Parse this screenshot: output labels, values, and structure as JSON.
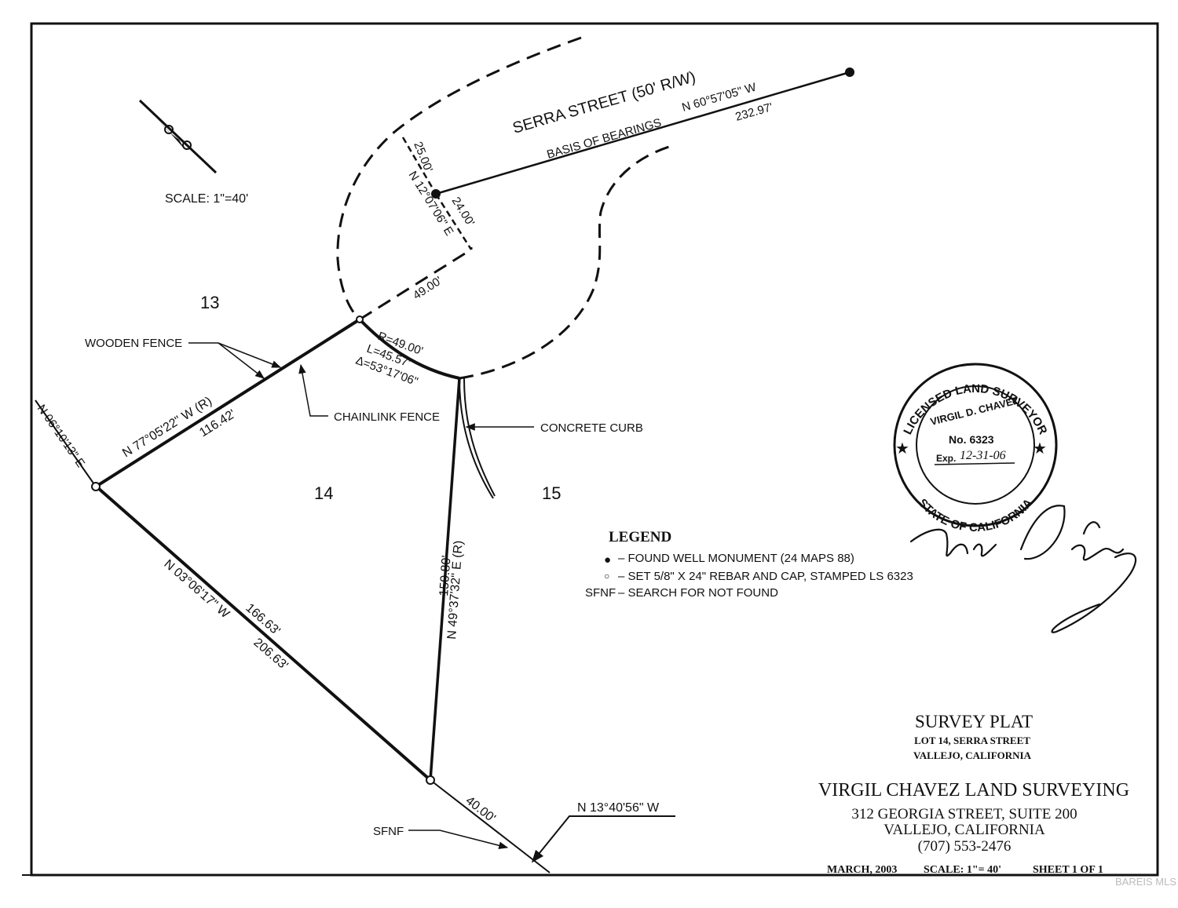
{
  "scale_label": "SCALE: 1\"=40'",
  "street": {
    "name": "SERRA STREET (50' R/W)",
    "basis_label": "BASIS OF BEARINGS",
    "basis_bearing": "N 60°57'05\" W",
    "basis_distance": "232.97'"
  },
  "lots": {
    "lot13": "13",
    "lot14": "14",
    "lot15": "15"
  },
  "courses": {
    "tie_25": "25.00'",
    "tie_bearing": "N 12°07'06\" E",
    "tie_24": "24.00'",
    "tie_49": "49.00'",
    "curve_r": "R=49.00'",
    "curve_l": "L=45.57'",
    "curve_delta": "Δ=53°17'06\"",
    "west_bearing": "N 06°10'13\" E",
    "north_bearing": "N 77°05'22\" W (R)",
    "north_distance": "116.42'",
    "sw_bearing": "N 03°06'17\" W",
    "sw_distance_1": "166.63'",
    "sw_distance_2": "206.63'",
    "east_distance": "150.80'",
    "east_bearing": "N 49°37'32\" E (R)",
    "south_distance": "40.00'",
    "south_bearing": "N 13°40'56\" W"
  },
  "callouts": {
    "wooden_fence": "WOODEN FENCE",
    "chainlink_fence": "CHAINLINK FENCE",
    "concrete_curb": "CONCRETE CURB",
    "sfnf": "SFNF"
  },
  "legend": {
    "title": "LEGEND",
    "items": [
      {
        "symbol": "●",
        "text": "– FOUND WELL MONUMENT (24 MAPS 88)"
      },
      {
        "symbol": "○",
        "text": "– SET 5/8\" X 24\" REBAR AND CAP, STAMPED LS 6323"
      },
      {
        "symbol": "SFNF",
        "text": "– SEARCH FOR NOT FOUND"
      }
    ]
  },
  "seal": {
    "top_text": "LICENSED LAND SURVEYOR",
    "name": "VIRGIL D. CHAVEZ",
    "number": "No. 6323",
    "exp_label": "Exp.",
    "exp_value": "12-31-06",
    "bottom_text": "STATE OF CALIFORNIA"
  },
  "title_block": {
    "title": "SURVEY PLAT",
    "sub1": "LOT 14, SERRA STREET",
    "sub2": "VALLEJO, CALIFORNIA",
    "company": "VIRGIL CHAVEZ LAND SURVEYING",
    "address1": "312 GEORGIA STREET, SUITE 200",
    "address2": "VALLEJO, CALIFORNIA",
    "phone": "(707) 553-2476",
    "date": "MARCH, 2003",
    "scale": "SCALE: 1\"= 40'",
    "sheet": "SHEET 1 OF 1"
  },
  "watermark": "BAREIS MLS",
  "colors": {
    "ink": "#111111",
    "paper": "#ffffff"
  }
}
